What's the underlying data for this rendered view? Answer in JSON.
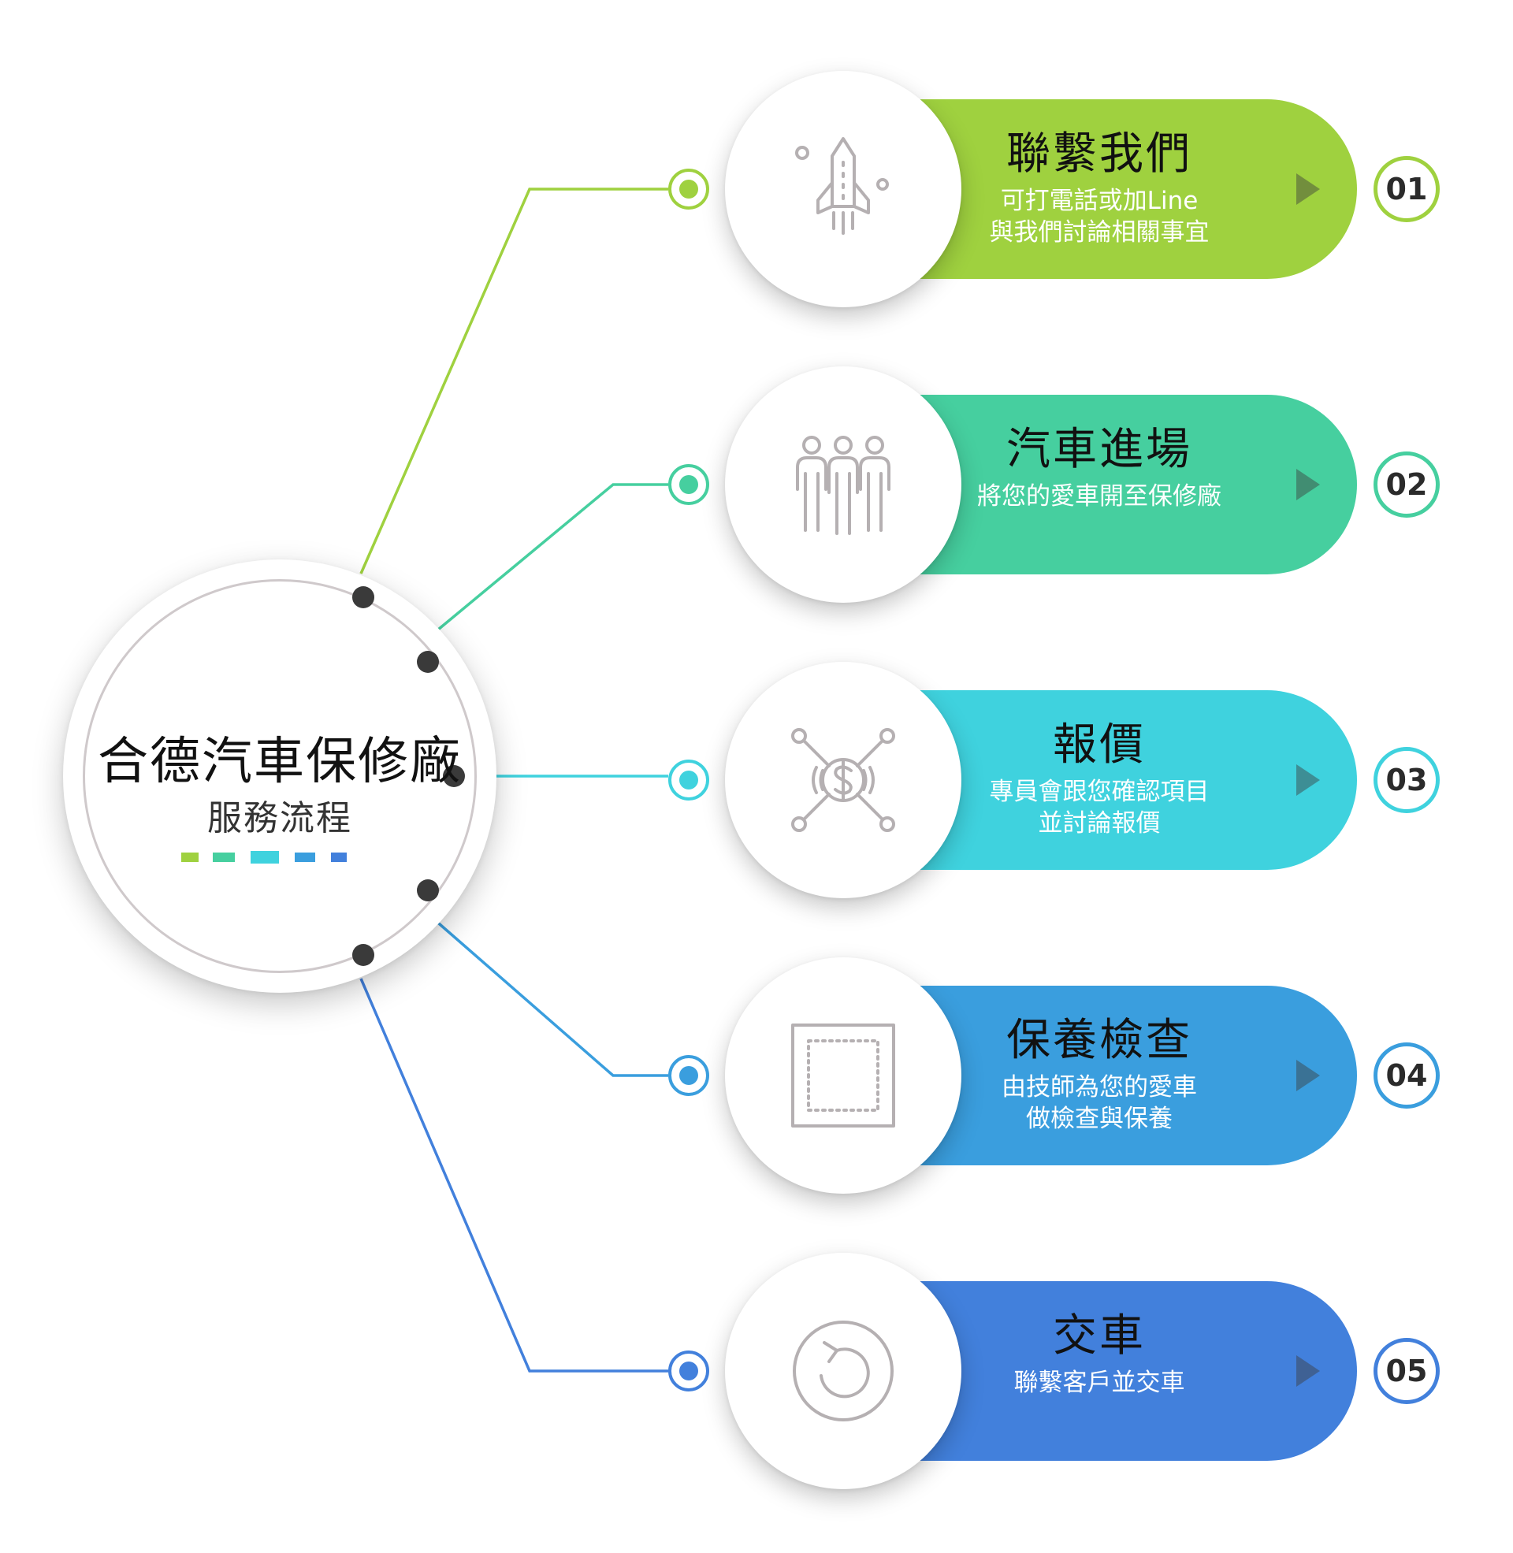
{
  "hub": {
    "title": "合德汽車保修廠",
    "subtitle": "服務流程",
    "dash_colors": [
      "#9fd13f",
      "#46cf9f",
      "#3fd2de",
      "#3a9ede",
      "#4280dc"
    ]
  },
  "steps": [
    {
      "number": "01",
      "title": "聯繫我們",
      "desc_lines": [
        "可打電話或加Line",
        "與我們討論相關事宜"
      ],
      "color": "#9fd13f",
      "icon": "rocket-icon"
    },
    {
      "number": "02",
      "title": "汽車進場",
      "desc_lines": [
        "將您的愛車開至保修廠"
      ],
      "color": "#46cf9f",
      "icon": "team-icon"
    },
    {
      "number": "03",
      "title": "報價",
      "desc_lines": [
        "專員會跟您確認項目",
        "並討論報價"
      ],
      "color": "#3fd2de",
      "icon": "dollar-network-icon"
    },
    {
      "number": "04",
      "title": "保養檢查",
      "desc_lines": [
        "由技師為您的愛車",
        "做檢查與保養"
      ],
      "color": "#3a9ede",
      "icon": "dotted-square-icon"
    },
    {
      "number": "05",
      "title": "交車",
      "desc_lines": [
        "聯繫客戶並交車"
      ],
      "color": "#4280dc",
      "icon": "undo-circle-icon"
    }
  ]
}
